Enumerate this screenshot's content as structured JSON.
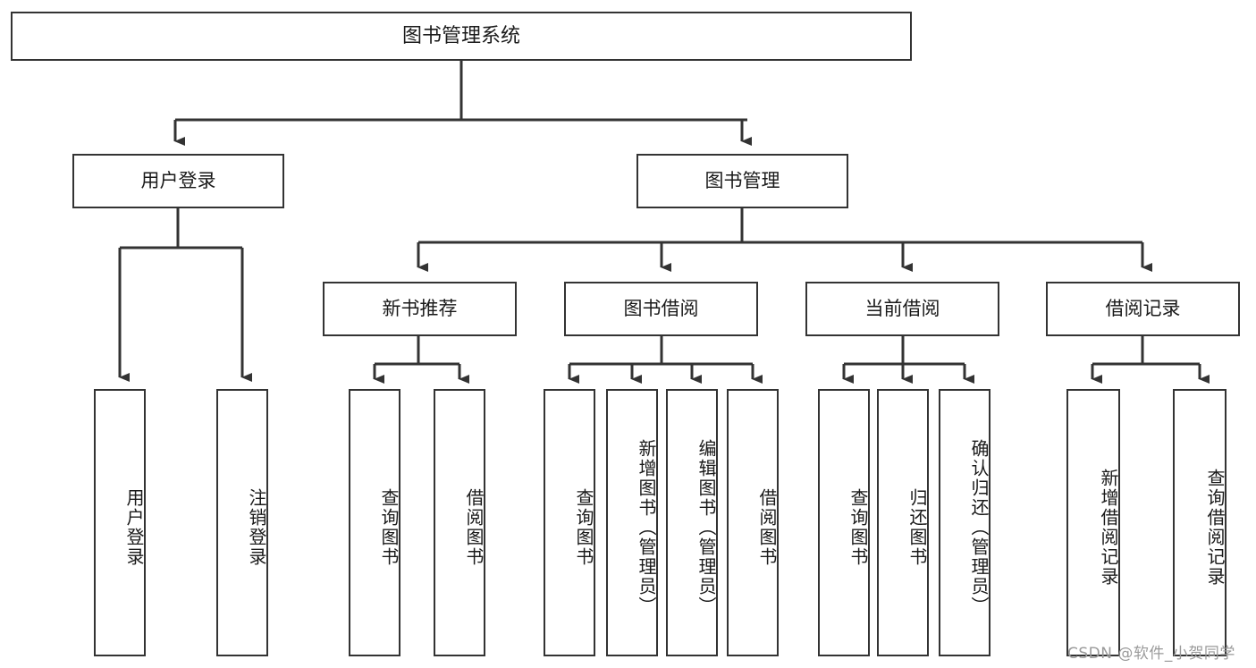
{
  "diagram": {
    "type": "tree",
    "title": "图书管理系统",
    "root": {
      "label": "图书管理系统"
    },
    "level2": [
      {
        "label": "用户登录"
      },
      {
        "label": "图书管理"
      }
    ],
    "level3": [
      {
        "label": "新书推荐"
      },
      {
        "label": "图书借阅"
      },
      {
        "label": "当前借阅"
      },
      {
        "label": "借阅记录"
      }
    ],
    "leaves": {
      "user_login": [
        {
          "label": "用户登录"
        },
        {
          "label": "注销登录"
        }
      ],
      "new_book_recommend": [
        {
          "label": "查询图书"
        },
        {
          "label": "借阅图书"
        }
      ],
      "book_borrow": [
        {
          "label": "查询图书"
        },
        {
          "label": "新增图书（管理员）"
        },
        {
          "label": "编辑图书（管理员）"
        },
        {
          "label": "借阅图书"
        }
      ],
      "current_borrow": [
        {
          "label": "查询图书"
        },
        {
          "label": "归还图书"
        },
        {
          "label": "确认归还（管理员）"
        }
      ],
      "borrow_record": [
        {
          "label": "新增借阅记录"
        },
        {
          "label": "查询借阅记录"
        }
      ]
    },
    "watermark": "CSDN @软件_小贺同学",
    "colors": {
      "stroke": "#333333",
      "fill": "#ffffff",
      "text": "#1a1a1a",
      "watermark": "#9a9a9a"
    }
  }
}
